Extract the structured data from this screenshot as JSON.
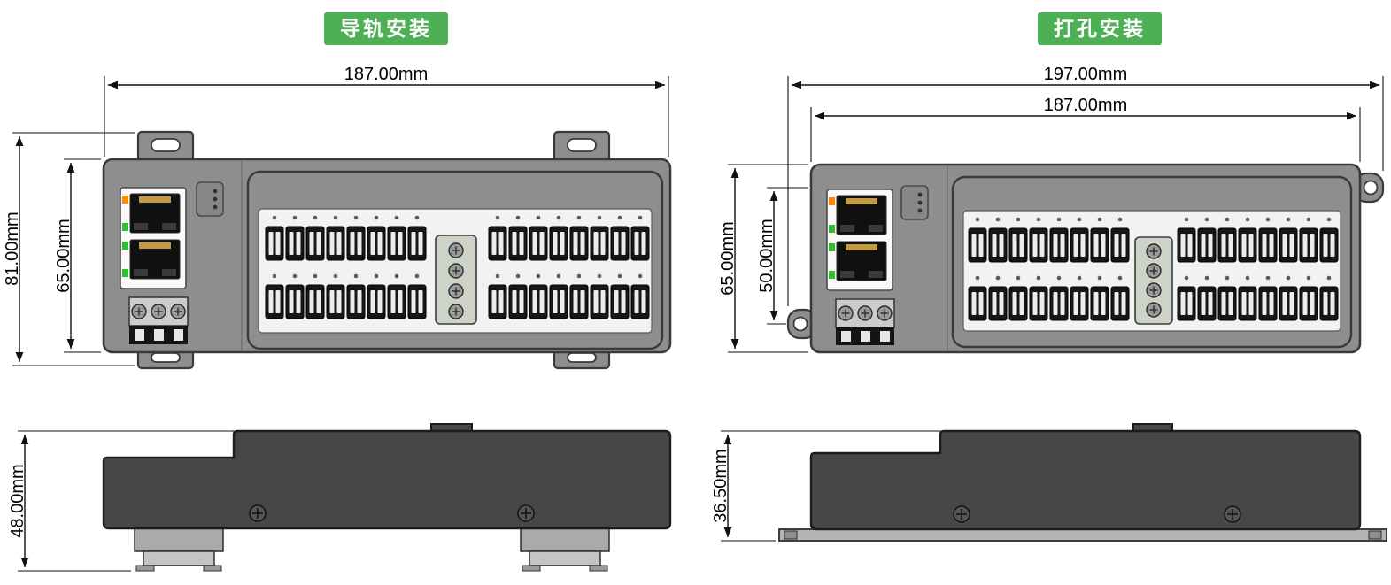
{
  "panels": {
    "rail": {
      "badge": "导轨安装",
      "dim_width": "187.00mm",
      "dim_height_outer": "81.00mm",
      "dim_height_inner": "65.00mm",
      "dim_side_height": "48.00mm"
    },
    "screw": {
      "badge": "打孔安装",
      "dim_width_outer": "197.00mm",
      "dim_width_inner": "187.00mm",
      "dim_height_outer": "65.00mm",
      "dim_height_inner": "50.00mm",
      "dim_side_height": "36.50mm"
    }
  },
  "colors": {
    "badge_background": "#4db054",
    "badge_text": "#ffffff",
    "dimension_line": "#111111",
    "device_body": "#8e8e8e",
    "device_outline": "#3a3a3a",
    "side_body": "#474747",
    "led_orange": "#ff8a00",
    "led_green": "#2fbf2f",
    "terminal_black": "#161616",
    "clip_gray": "#b5b5b5"
  }
}
